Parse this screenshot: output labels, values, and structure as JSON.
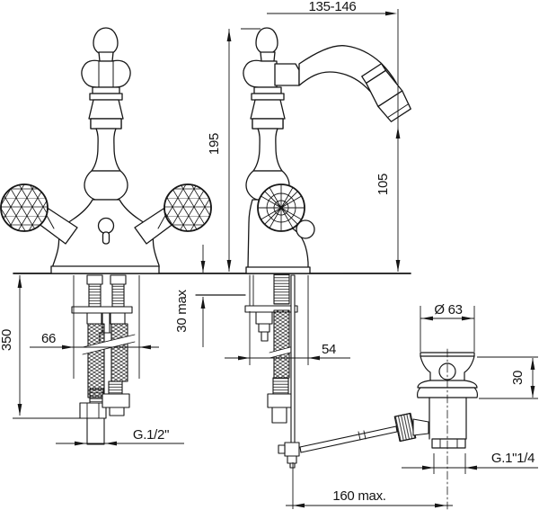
{
  "drawing": {
    "background": "#ffffff",
    "line_color": "#161616",
    "labels": {
      "spout_range": "135-146",
      "overall_height": "195",
      "spout_height": "105",
      "deck_max": "30 max",
      "hose_drop": "350",
      "inlet_spacing": "66",
      "inlet_thread": "G.1/2\"",
      "body_offset": "54",
      "waste_diameter": "Ø 63",
      "waste_deck": "30",
      "waste_thread": "G.1\"1/4",
      "rod_reach": "160 max."
    }
  }
}
